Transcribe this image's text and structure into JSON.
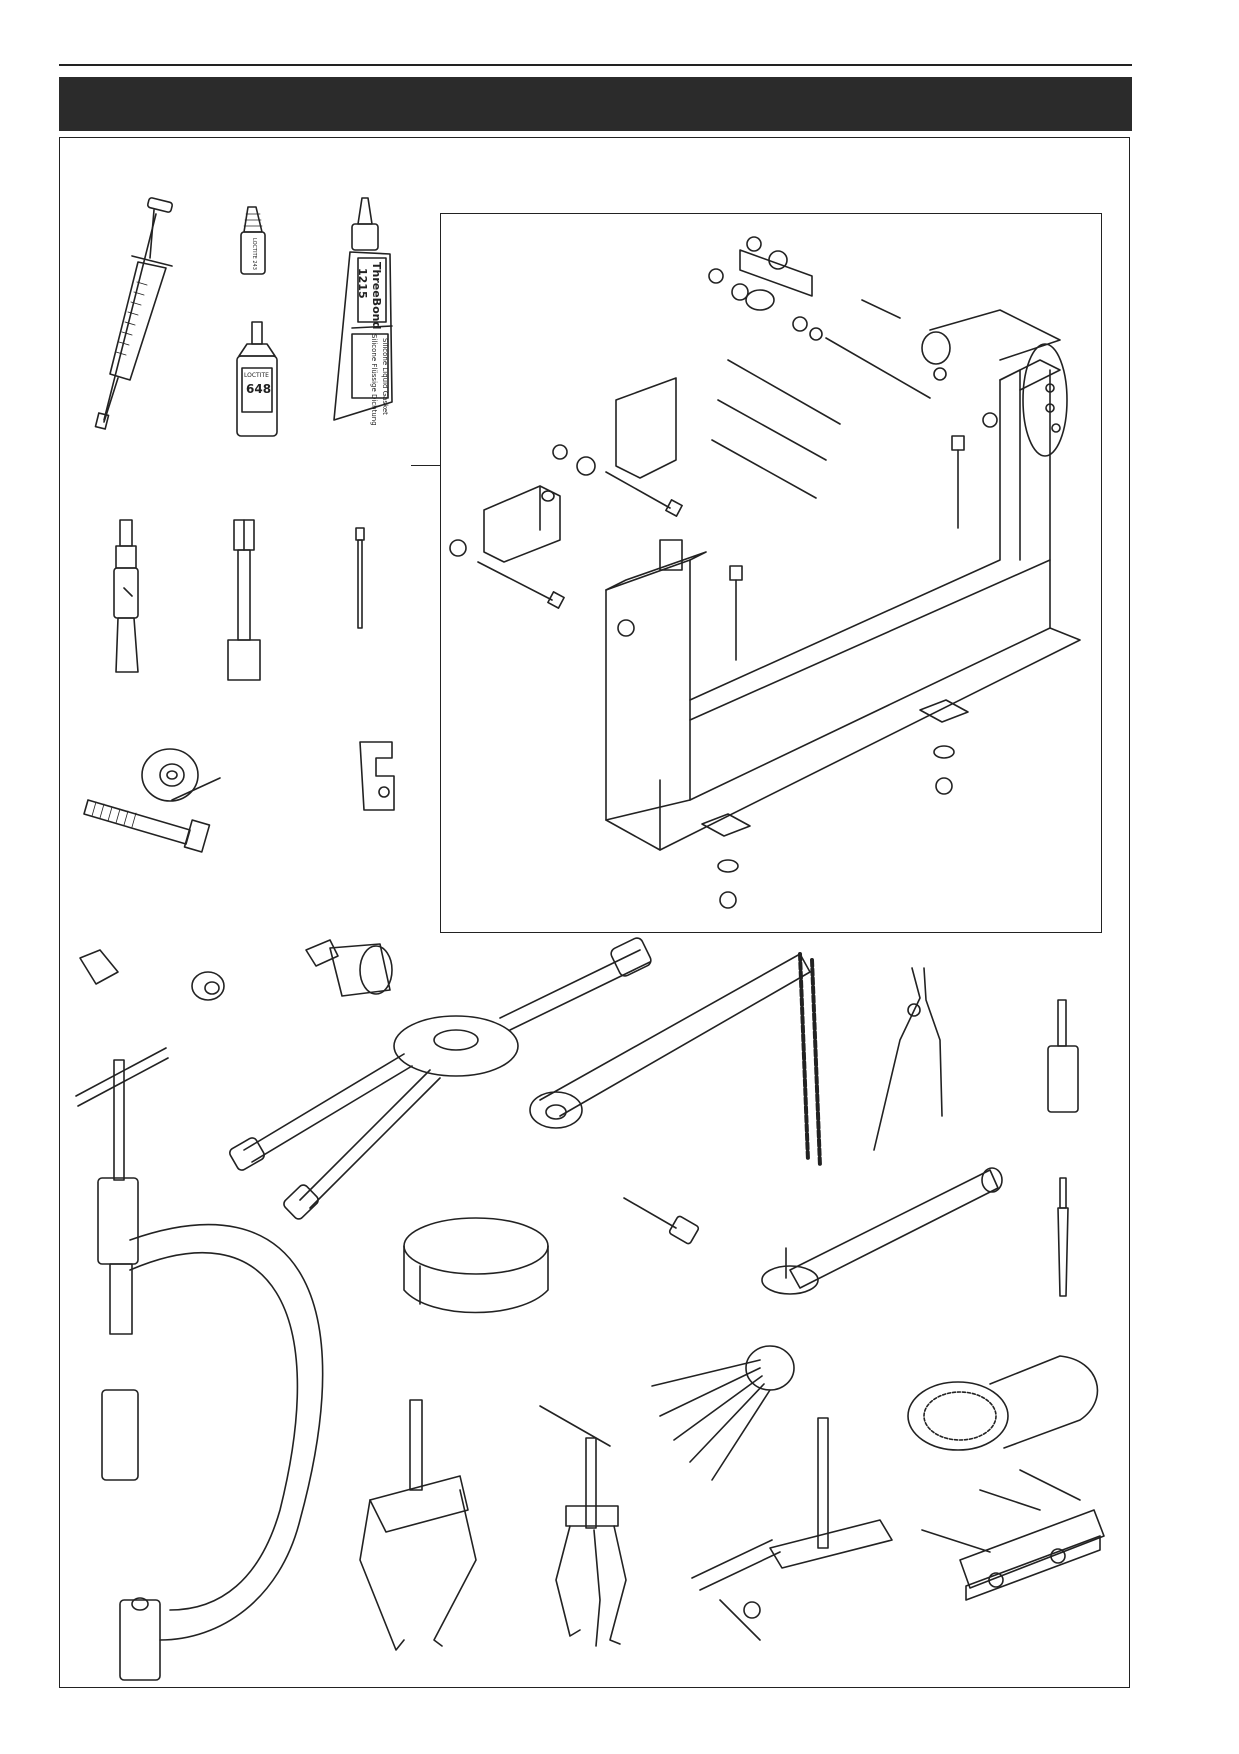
{
  "labels": {
    "sealant_brand": "ThreeBond",
    "sealant_number": "1215",
    "sealant_desc_1": "Silicone Liquid Gasket",
    "sealant_desc_2": "Silicone Flüssige Dichtung",
    "loctite_bottle_1": "LOCTITE",
    "loctite_bottle_2": "648",
    "loctite_small": "LOCTITE 243"
  }
}
